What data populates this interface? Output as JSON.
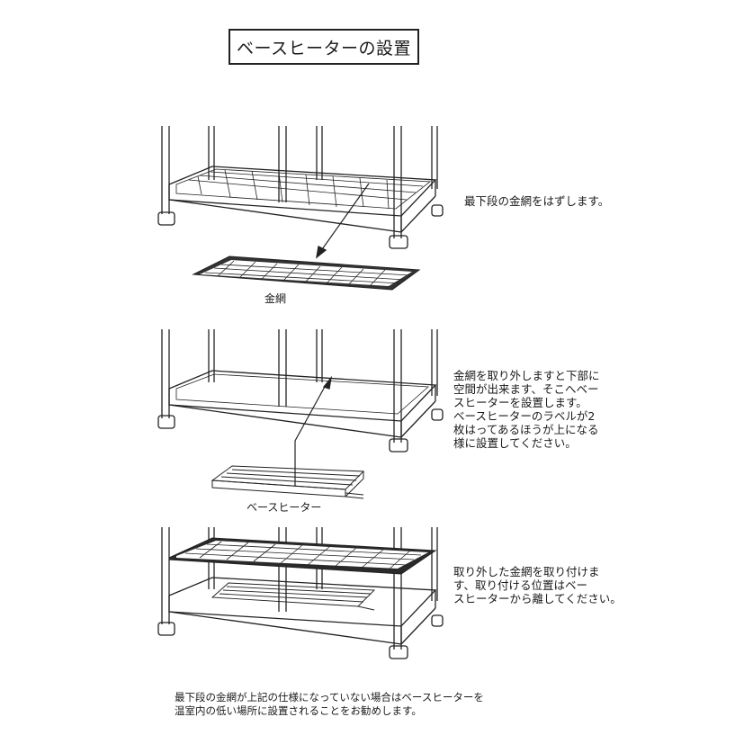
{
  "title": "ベースヒーターの設置",
  "steps": [
    {
      "text": "最下段の金網をはずします。",
      "caption": "金網"
    },
    {
      "text": "金網を取り外しますと下部に\n空間が出来ます、そこへベー\nスヒーターを設置します。\nベースヒーターのラベルが2\n枚はってあるほうが上になる\n様に設置してください。",
      "caption": "ベースヒーター"
    },
    {
      "text": "取り外した金網を取り付けま\nす、取り付ける位置はベー\nスヒーターから離してください。"
    }
  ],
  "footnote": "最下段の金網が上記の仕様になっていない場合はベースヒーターを\n温室内の低い場所に設置されることをお勧めします。"
}
